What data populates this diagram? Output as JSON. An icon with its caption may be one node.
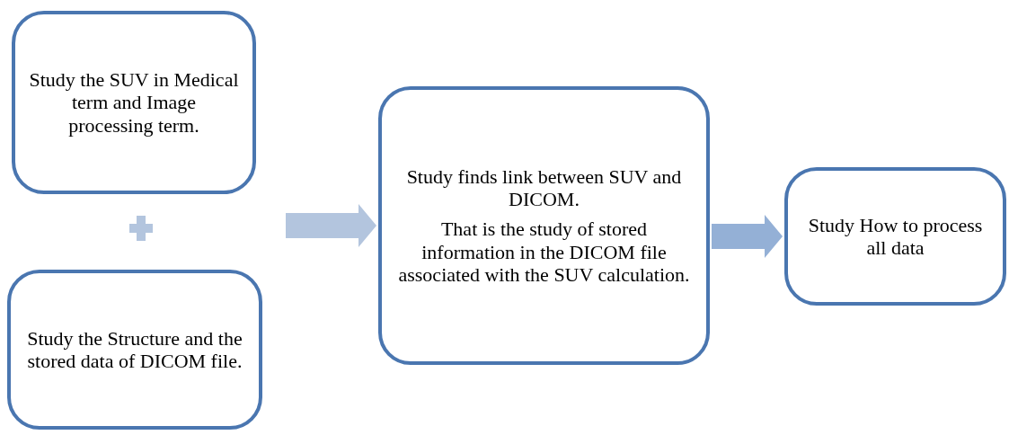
{
  "diagram": {
    "nodes": [
      {
        "text": [
          "Study the SUV in Medical term and Image processing term."
        ]
      },
      {
        "text": [
          "Study the Structure and the stored data of DICOM file."
        ]
      },
      {
        "text": [
          "Study finds link between SUV and DICOM.",
          "That is the study of stored information in the DICOM file associated with the SUV calculation."
        ]
      },
      {
        "text": [
          "Study How to process all data"
        ]
      }
    ],
    "edges": [
      {
        "from": null,
        "to": 2,
        "arrow": "to"
      },
      {
        "from": 2,
        "to": 3,
        "arrow": "to",
        "color": "#94b0d6"
      }
    ]
  }
}
